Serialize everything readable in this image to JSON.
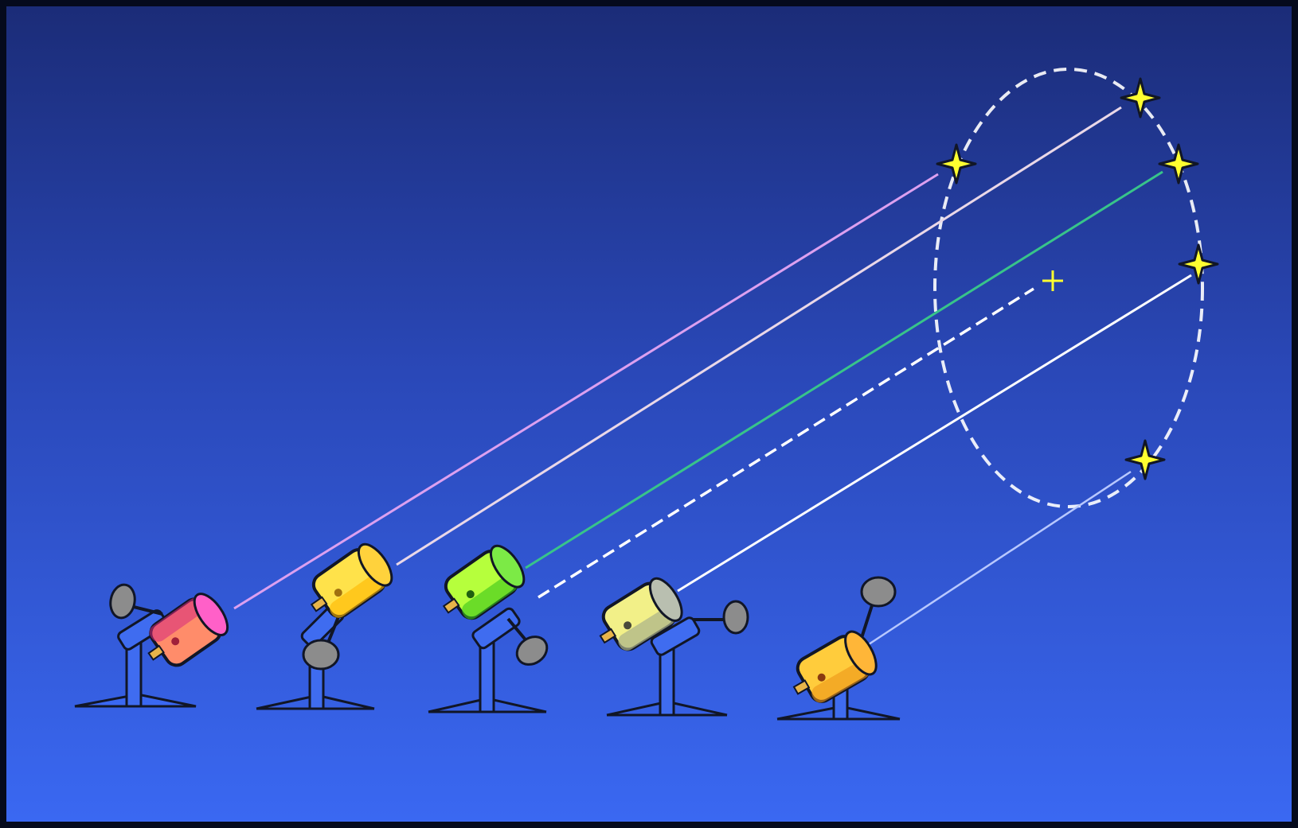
{
  "diagram": {
    "description_text": "",
    "colors": {
      "sky_top": "#1b2c78",
      "sky_bottom": "#3a68f2",
      "star_fill": "#ffff30",
      "ellipse_stroke": "#ffffff",
      "outline": "#111626"
    },
    "stars": [
      {
        "name": "star-left"
      },
      {
        "name": "star-top"
      },
      {
        "name": "star-right-upper"
      },
      {
        "name": "star-right"
      },
      {
        "name": "star-bottom"
      }
    ],
    "center_marker": {
      "name": "center-cross-icon"
    },
    "telescopes": [
      {
        "name": "telescope-magenta",
        "tube_light": "#ff8c6a",
        "tube_dark": "#d6287e",
        "cap": "#ff60c8",
        "beam_color": "#dca0f0",
        "beam_style": "solid",
        "counterweight_side": "up-left"
      },
      {
        "name": "telescope-yellow",
        "tube_light": "#ffe24a",
        "tube_dark": "#ffb800",
        "cap": "#ffd23c",
        "beam_color": "#ead8e8",
        "beam_style": "solid",
        "counterweight_side": "down"
      },
      {
        "name": "telescope-green",
        "tube_light": "#b6ff3c",
        "tube_dark": "#38c41a",
        "cap": "#7cea46",
        "beam_color": "#38c48a",
        "beam_style": "solid",
        "counterweight_side": "down-right"
      },
      {
        "name": "telescope-pale",
        "tube_light": "#f2f088",
        "tube_dark": "#a9b08a",
        "cap": "#b9bfb0",
        "beam_color": "#ffffff",
        "beam_style": "solid",
        "counterweight_side": "right"
      },
      {
        "name": "telescope-orange",
        "tube_light": "#ffcc3c",
        "tube_dark": "#ec9418",
        "cap": "#ffb638",
        "beam_color": "#b8c8ff",
        "beam_style": "solid",
        "counterweight_side": "up"
      }
    ],
    "dashed_axis": {
      "name": "dashed-axis-beam",
      "color": "#ffffff"
    }
  }
}
